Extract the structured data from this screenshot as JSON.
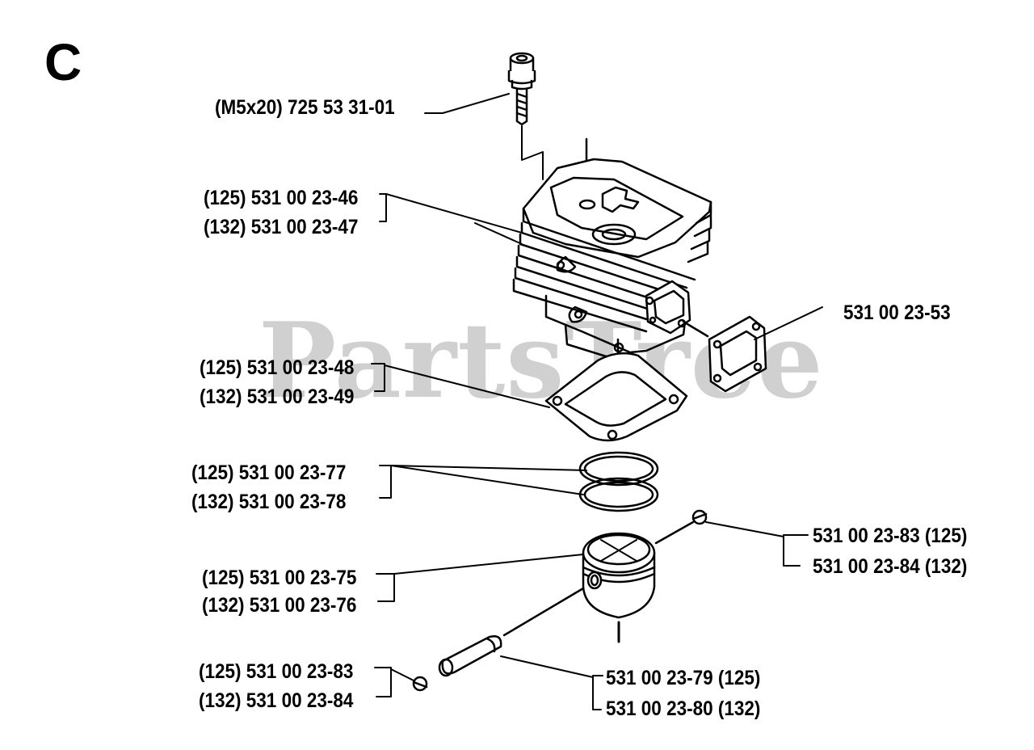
{
  "section_letter": "C",
  "watermark": "PartsTree",
  "labels": {
    "bolt": "(M5x20) 725 53 31-01",
    "cylinder_125": "(125) 531 00 23-46",
    "cylinder_132": "(132) 531 00 23-47",
    "exhaust_gasket": "531 00 23-53",
    "base_gasket_125": "(125) 531 00 23-48",
    "base_gasket_132": "(132) 531 00 23-49",
    "rings_125": "(125) 531 00 23-77",
    "rings_132": "(132) 531 00 23-78",
    "circlip_right_125": "531 00 23-83 (125)",
    "circlip_right_132": "531 00 23-84 (132)",
    "piston_125": "(125) 531 00 23-75",
    "piston_132": "(132) 531 00 23-76",
    "circlip_left_125": "(125) 531 00 23-83",
    "circlip_left_132": "(132) 531 00 23-84",
    "pin_125": "531 00 23-79 (125)",
    "pin_132": "531 00 23-80 (132)"
  }
}
